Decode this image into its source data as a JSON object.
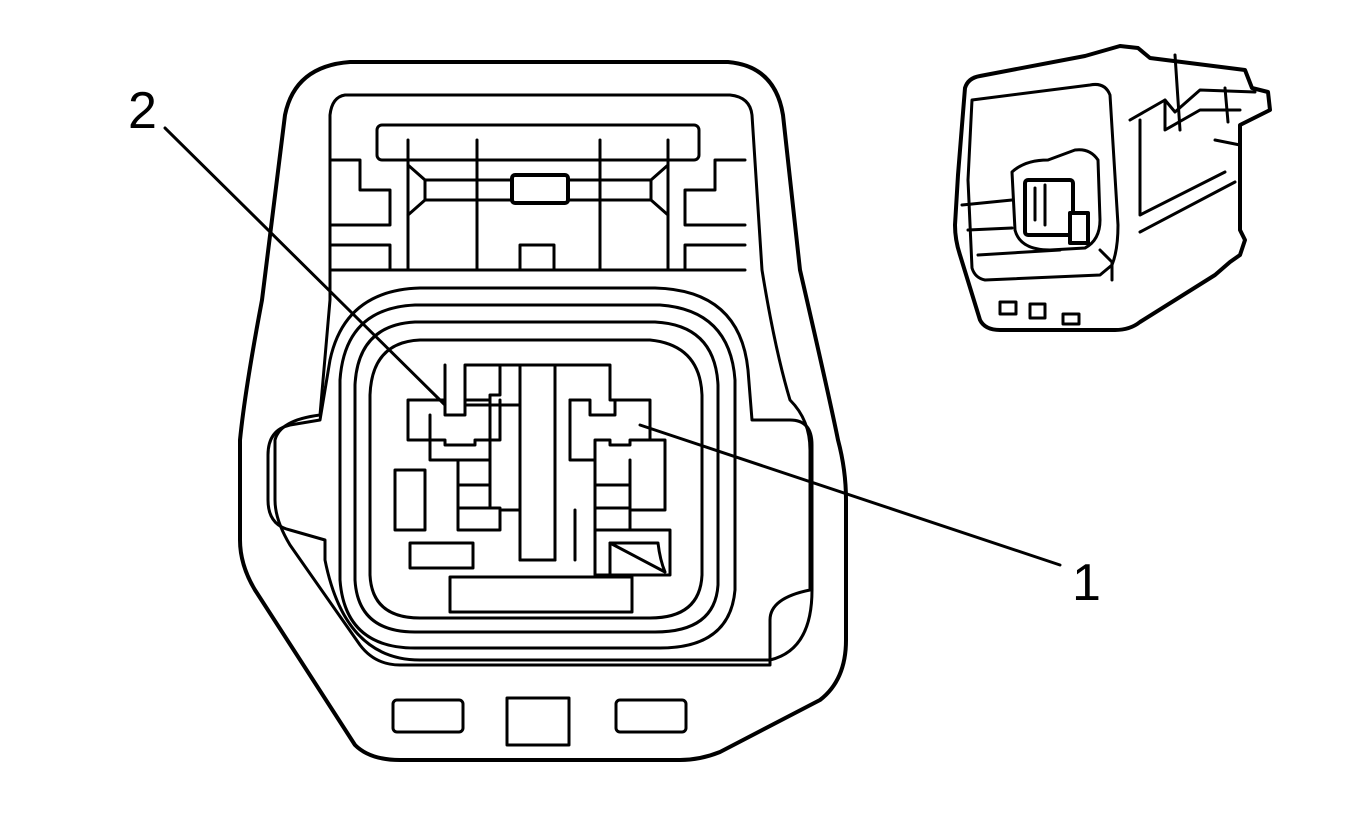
{
  "diagram": {
    "callouts": [
      {
        "id": "pin-1",
        "label": "1"
      },
      {
        "id": "pin-2",
        "label": "2"
      }
    ]
  }
}
